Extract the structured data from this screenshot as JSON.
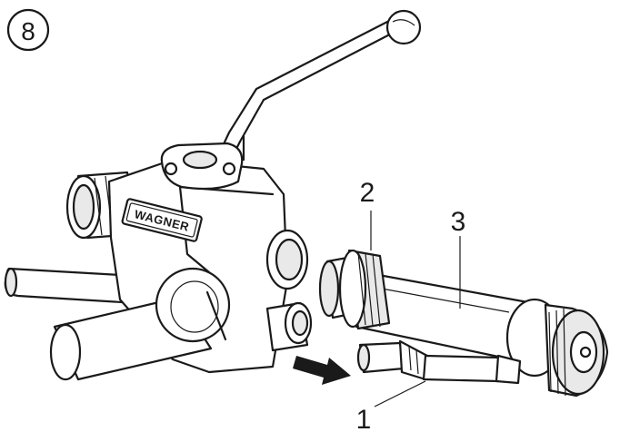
{
  "step": {
    "number": "8"
  },
  "brand": {
    "text": "WAGNER"
  },
  "callouts": [
    {
      "label": "1"
    },
    {
      "label": "2"
    },
    {
      "label": "3"
    }
  ]
}
